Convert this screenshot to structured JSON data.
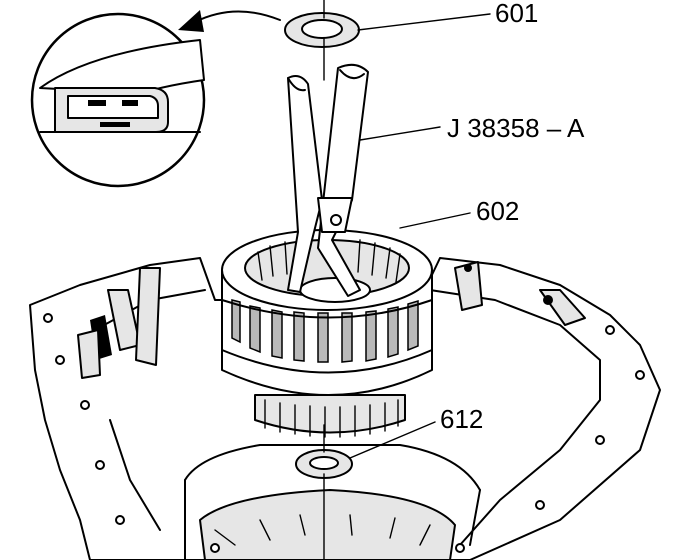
{
  "callouts": [
    {
      "id": "601",
      "label": "601"
    },
    {
      "id": "tool",
      "label": "J 38358 – A"
    },
    {
      "id": "602",
      "label": "602"
    },
    {
      "id": "612",
      "label": "612"
    }
  ],
  "colors": {
    "ink": "#000000",
    "paper": "#ffffff",
    "shade": "#e6e6e6"
  },
  "icons": [
    "curved-arrow-icon"
  ]
}
